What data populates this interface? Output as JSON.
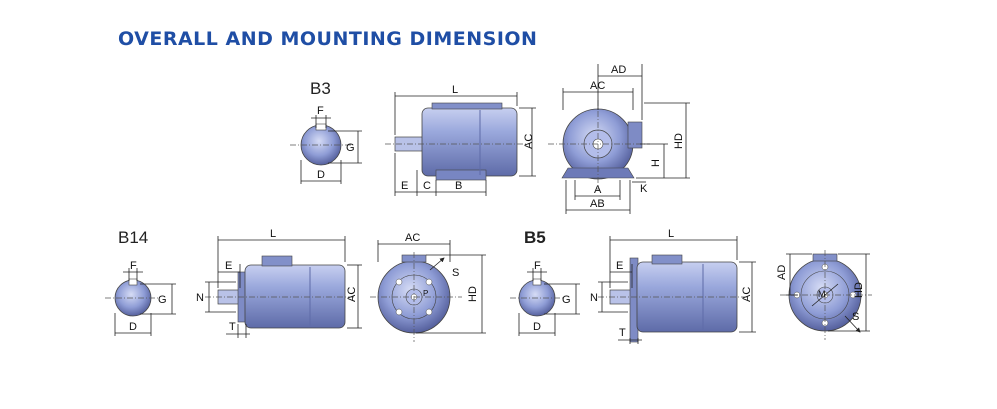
{
  "header": {
    "title": "OVERALL AND MOUNTING DIMENSION"
  },
  "sections": {
    "b3": "B3",
    "b14": "B14",
    "b5": "B5"
  },
  "colors": {
    "title": "#1f4ea5",
    "motor_body": "#8a9ad0",
    "motor_dark": "#5e6ba8",
    "motor_light": "#c7cff0"
  },
  "labels": {
    "b3_shaft": {
      "f": "F",
      "g": "G",
      "d": "D"
    },
    "b3_side": {
      "l": "L",
      "ac": "AC",
      "e": "E",
      "c": "C",
      "b": "B"
    },
    "b3_front": {
      "ad": "AD",
      "ac": "AC",
      "hd": "HD",
      "h": "H",
      "a": "A",
      "ab": "AB",
      "k": "K"
    },
    "b14_shaft": {
      "f": "F",
      "g": "G",
      "d": "D"
    },
    "b14_side": {
      "l": "L",
      "e": "E",
      "n": "N",
      "t": "T",
      "ac": "AC"
    },
    "b14_front": {
      "ac": "AC",
      "s": "S",
      "hd": "HD",
      "p": "P"
    },
    "b5_shaft": {
      "f": "F",
      "g": "G",
      "d": "D"
    },
    "b5_side": {
      "l": "L",
      "e": "E",
      "n": "N",
      "t": "T",
      "ac": "AC"
    },
    "b5_front": {
      "ad": "AD",
      "hd": "HD",
      "m": "M",
      "s": "S"
    }
  }
}
